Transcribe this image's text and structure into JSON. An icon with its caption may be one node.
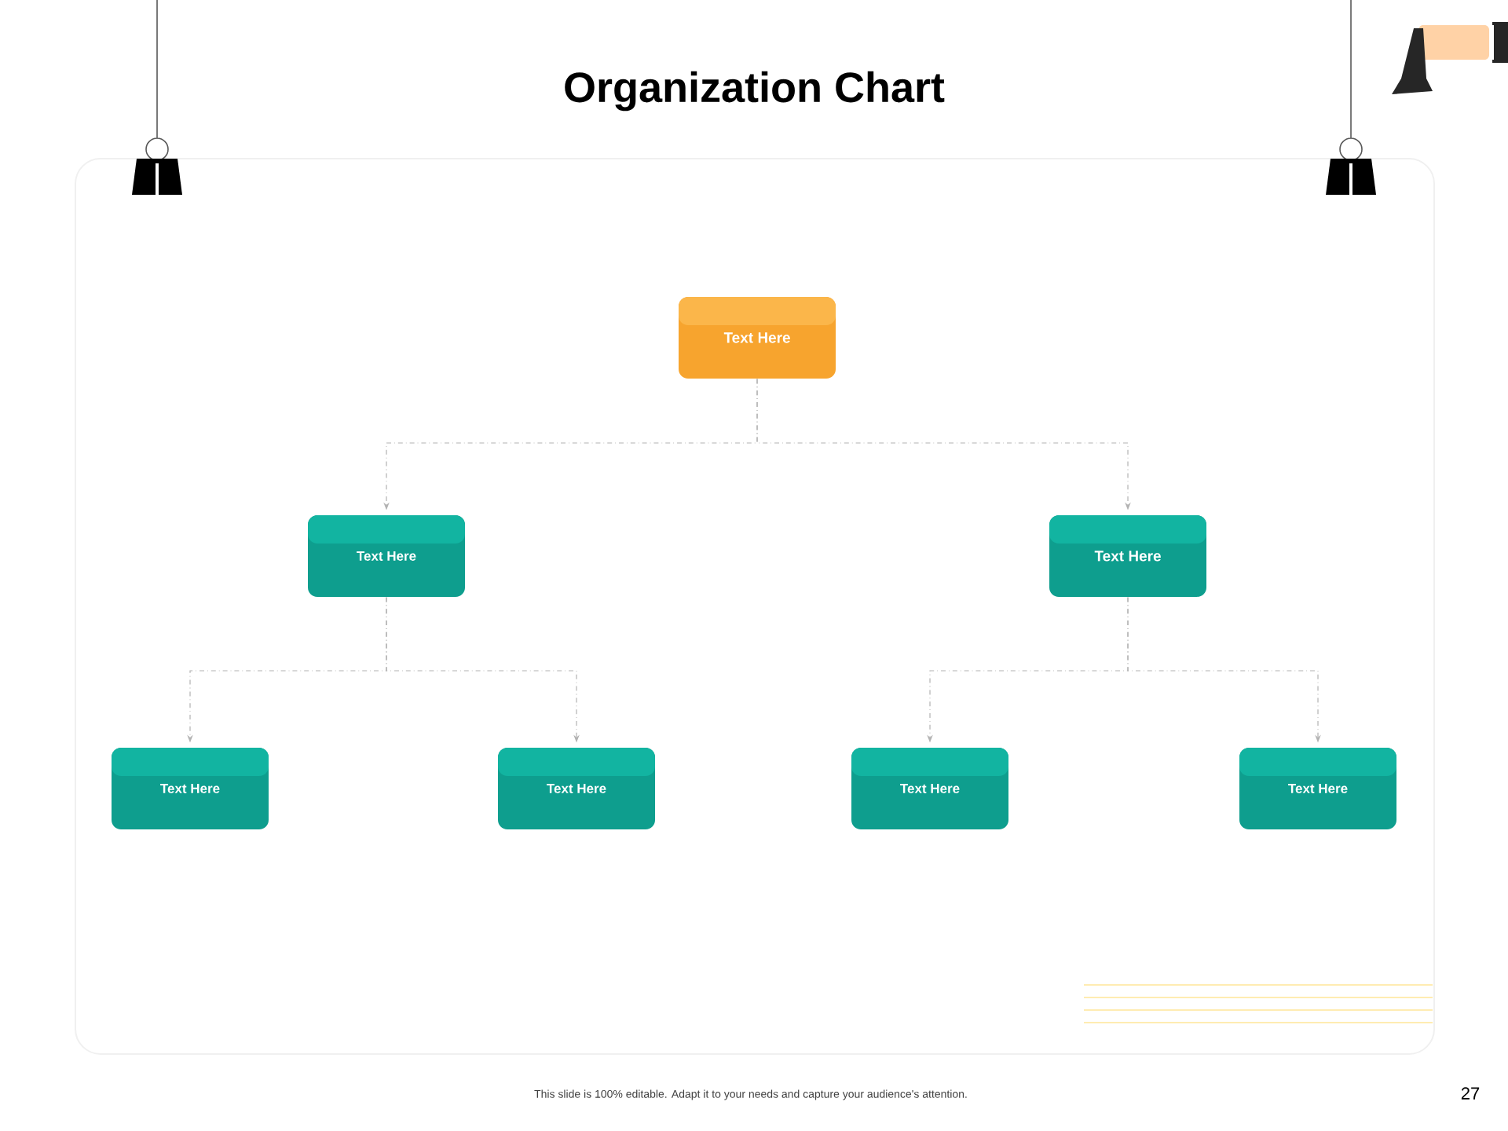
{
  "diagram": {
    "title": "Organization Chart",
    "nodes": [
      {
        "text": [
          "Text Here"
        ]
      },
      {
        "text": [
          "Text Here"
        ]
      },
      {
        "text": [
          "Text Here"
        ]
      },
      {
        "text": [
          "Text Here"
        ]
      },
      {
        "text": [
          "Text Here"
        ]
      },
      {
        "text": [
          "Text Here"
        ]
      },
      {
        "text": [
          "Text Here"
        ]
      }
    ],
    "edges": [
      {
        "from": 0,
        "to": 1,
        "arrow": "to"
      },
      {
        "from": 0,
        "to": 2,
        "arrow": "to"
      },
      {
        "from": 1,
        "to": 3,
        "arrow": "to"
      },
      {
        "from": 1,
        "to": 4,
        "arrow": "to"
      },
      {
        "from": 2,
        "to": 5,
        "arrow": "to"
      },
      {
        "from": 2,
        "to": 6,
        "arrow": "to"
      }
    ],
    "labels": [
      "This slide is 100% editable. Adapt it to your needs and capture your audience's attention.",
      "27"
    ]
  }
}
